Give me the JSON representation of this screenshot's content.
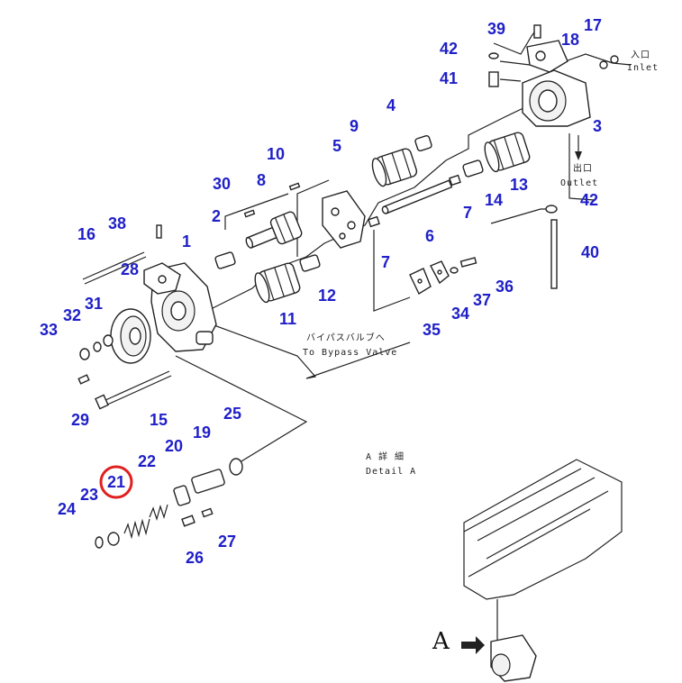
{
  "callouts": [
    {
      "n": "39"
    },
    {
      "n": "17"
    },
    {
      "n": "18"
    },
    {
      "n": "42"
    },
    {
      "n": "41"
    },
    {
      "n": "4"
    },
    {
      "n": "3"
    },
    {
      "n": "9"
    },
    {
      "n": "5"
    },
    {
      "n": "13"
    },
    {
      "n": "10"
    },
    {
      "n": "42"
    },
    {
      "n": "14"
    },
    {
      "n": "7"
    },
    {
      "n": "30"
    },
    {
      "n": "8"
    },
    {
      "n": "2"
    },
    {
      "n": "38"
    },
    {
      "n": "1"
    },
    {
      "n": "16"
    },
    {
      "n": "6"
    },
    {
      "n": "7"
    },
    {
      "n": "40"
    },
    {
      "n": "28"
    },
    {
      "n": "36"
    },
    {
      "n": "12"
    },
    {
      "n": "37"
    },
    {
      "n": "34"
    },
    {
      "n": "31"
    },
    {
      "n": "32"
    },
    {
      "n": "33"
    },
    {
      "n": "11"
    },
    {
      "n": "35"
    },
    {
      "n": "29"
    },
    {
      "n": "15"
    },
    {
      "n": "25"
    },
    {
      "n": "19"
    },
    {
      "n": "20"
    },
    {
      "n": "22"
    },
    {
      "n": "21"
    },
    {
      "n": "23"
    },
    {
      "n": "24"
    },
    {
      "n": "26"
    },
    {
      "n": "27"
    }
  ],
  "highlighted_part": "21",
  "highlight_color": "#e02020",
  "callout_color": "#1f1fc8",
  "notes": {
    "inlet_jp": "入口",
    "inlet_en": "Inlet",
    "outlet_jp": "出口",
    "outlet_en": "Outlet",
    "bypass_jp": "バイパスバルブへ",
    "bypass_en": "To Bypass Valve",
    "detail_jp": "A 詳 細",
    "detail_en": "Detail A",
    "view_letter": "A"
  }
}
